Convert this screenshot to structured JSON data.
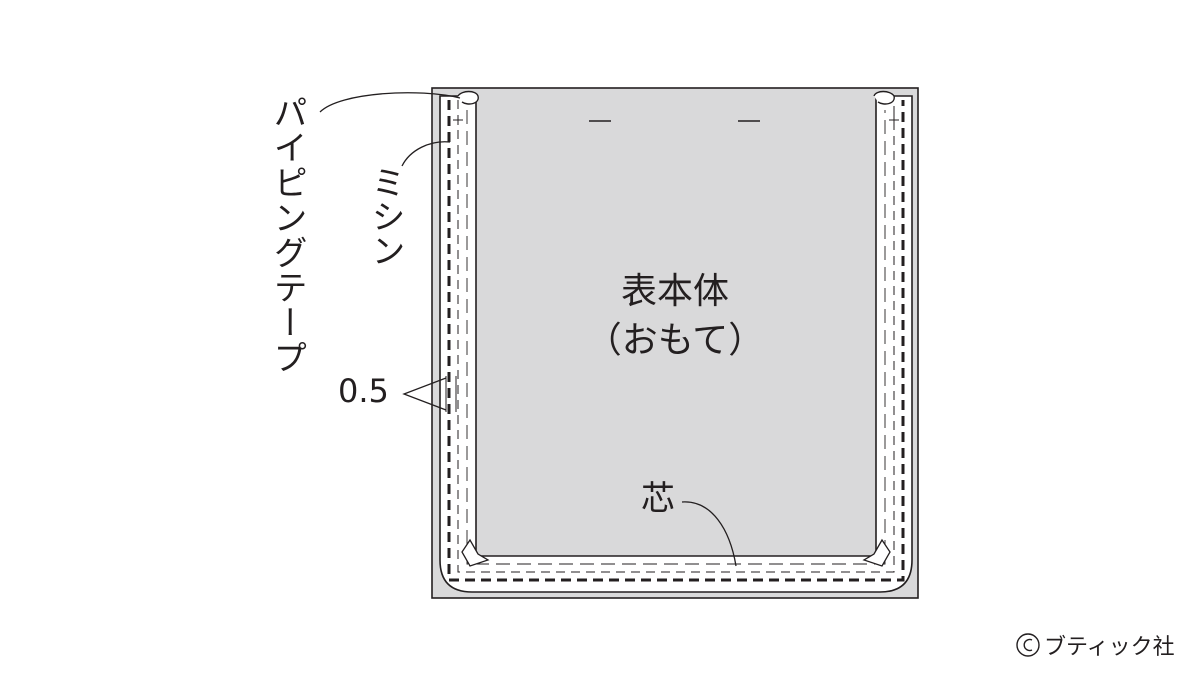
{
  "labels": {
    "piping_tape": "パイピングテープ",
    "mishin": "ミシン",
    "seam_allowance": "0.5",
    "body_line1": "表本体",
    "body_line2": "（おもて）",
    "core": "芯",
    "copyright": "ブティック社"
  },
  "colors": {
    "outer_fabric": "#d9d9da",
    "outline": "#231f20",
    "tape_fill": "#ffffff",
    "background": "#ffffff"
  },
  "icons": {
    "copyright": "copyright-circle-icon"
  }
}
